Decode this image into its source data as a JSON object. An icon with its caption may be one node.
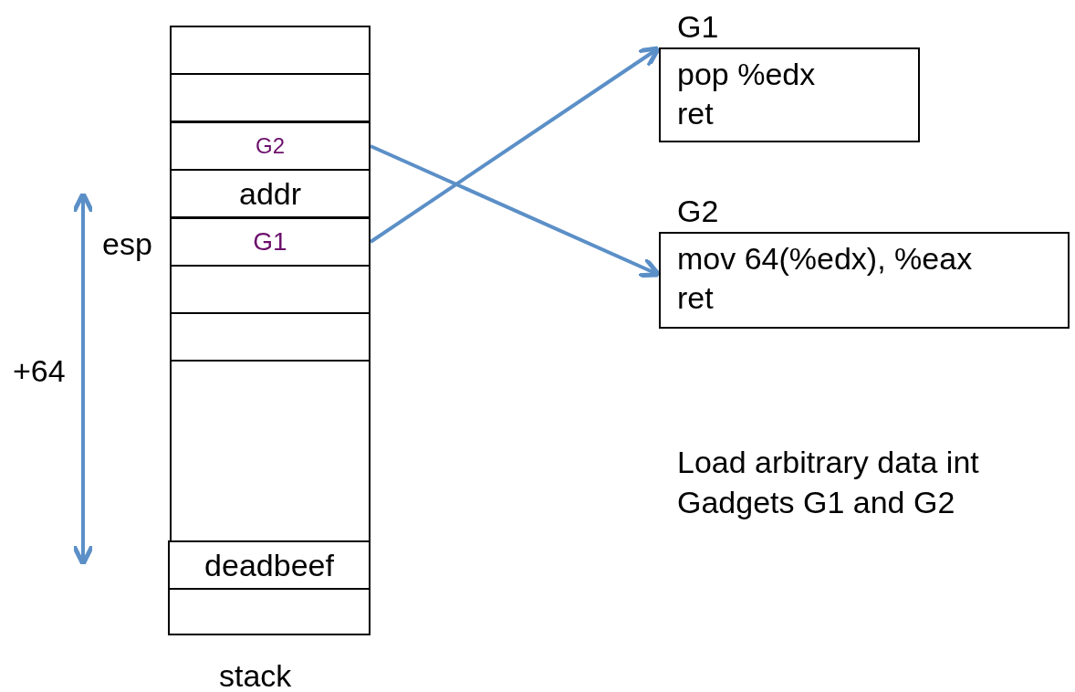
{
  "diagram": {
    "nodes": [
      {
        "text": [],
        "shape": "box"
      },
      {
        "text": [],
        "shape": "box"
      },
      {
        "text": [
          "G2"
        ]
      },
      {
        "text": [
          "addr"
        ]
      },
      {
        "text": [
          "G1"
        ]
      },
      {
        "text": [],
        "shape": "box"
      },
      {
        "text": [],
        "shape": "box"
      },
      {
        "text": [],
        "shape": "box"
      },
      {
        "text": [
          "deadbeef"
        ]
      },
      {
        "text": [],
        "shape": "box"
      },
      {
        "text": [
          "G1",
          "pop %edx",
          "ret"
        ]
      },
      {
        "text": [
          "G2",
          "mov 64(%edx), %eax",
          "ret"
        ]
      }
    ],
    "edges": [
      {
        "from": 4,
        "to": 10,
        "arrow": "to"
      },
      {
        "from": 2,
        "to": 11,
        "arrow": "to"
      }
    ],
    "labels": [
      "esp",
      "+64",
      "stack",
      "Load arbitrary data int Gadgets G1 and G2"
    ]
  }
}
